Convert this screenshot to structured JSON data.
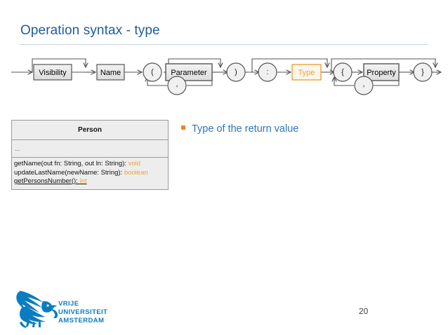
{
  "slide": {
    "title": "Operation syntax - type",
    "page_number": "20"
  },
  "syntax_diagram": {
    "name": "operation-syntax-railroad",
    "nodes": [
      {
        "id": "visibility",
        "label": "Visibility",
        "shape": "box",
        "optional": true,
        "highlight": false
      },
      {
        "id": "name",
        "label": "Name",
        "shape": "box",
        "optional": false,
        "highlight": false
      },
      {
        "id": "lparen",
        "label": "(",
        "shape": "terminal",
        "optional": false,
        "highlight": false
      },
      {
        "id": "parameter",
        "label": "Parameter",
        "shape": "box",
        "optional": true,
        "highlight": false,
        "repeat_separator": ","
      },
      {
        "id": "rparen",
        "label": ")",
        "shape": "terminal",
        "optional": false,
        "highlight": false
      },
      {
        "id": "colon",
        "label": ":",
        "shape": "terminal",
        "optional": true,
        "highlight": false
      },
      {
        "id": "type",
        "label": "Type",
        "shape": "box",
        "optional": true,
        "highlight": true
      },
      {
        "id": "lbrace",
        "label": "{",
        "shape": "terminal",
        "optional": true,
        "highlight": false
      },
      {
        "id": "property",
        "label": "Property",
        "shape": "box",
        "optional": true,
        "highlight": false,
        "repeat_separator": ","
      },
      {
        "id": "rbrace",
        "label": "}",
        "shape": "terminal",
        "optional": true,
        "highlight": false
      }
    ],
    "separators": {
      "parameter": ",",
      "property": ","
    }
  },
  "class_box": {
    "name": "Person",
    "attributes_placeholder": "...",
    "operations": [
      {
        "signature": "getName(out fn: String, out ln: String): ",
        "return_type": "void",
        "static": false
      },
      {
        "signature": "updateLastName(newName: String): ",
        "return_type": "boolean",
        "static": false
      },
      {
        "signature": "getPersonsNumber(): ",
        "return_type": "int",
        "static": true
      }
    ]
  },
  "bullets": [
    {
      "text": "Type of the return value"
    }
  ],
  "logo": {
    "line1": "VRIJE",
    "line2": "UNIVERSITEIT",
    "line3": "AMSTERDAM"
  },
  "colors": {
    "title_blue": "#1F5C99",
    "bullet_blue": "#2E75B6",
    "accent_orange": "#E8A33D",
    "bullet_orange": "#E8862B",
    "logo_blue": "#0A7CC1",
    "diagram_stroke": "#555555",
    "box_fill": "#E8E8E8"
  }
}
